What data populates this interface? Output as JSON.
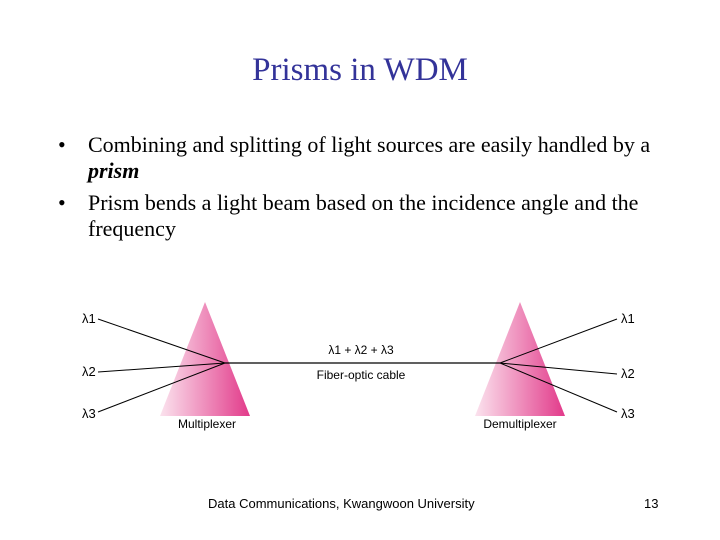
{
  "slide": {
    "title": "Prisms in WDM",
    "bullets": [
      {
        "text_before": "Combining and splitting of light sources are easily handled by a ",
        "emphasis": "prism"
      },
      {
        "text": "Prism bends a light beam based on the incidence angle and the frequency"
      }
    ]
  },
  "diagram": {
    "left_inputs": [
      "λ1",
      "λ2",
      "λ3"
    ],
    "right_outputs": [
      "λ1",
      "λ2",
      "λ3"
    ],
    "combined_label": "λ1 + λ2 + λ3",
    "cable_label": "Fiber-optic cable",
    "mux_label": "Multiplexer",
    "demux_label": "Demultiplexer",
    "colors": {
      "prism_light": "#fbe3ee",
      "prism_dark": "#e23a8a",
      "line": "#000000"
    }
  },
  "footer": {
    "credit": "Data Communications, Kwangwoon University",
    "page_number": "13"
  }
}
